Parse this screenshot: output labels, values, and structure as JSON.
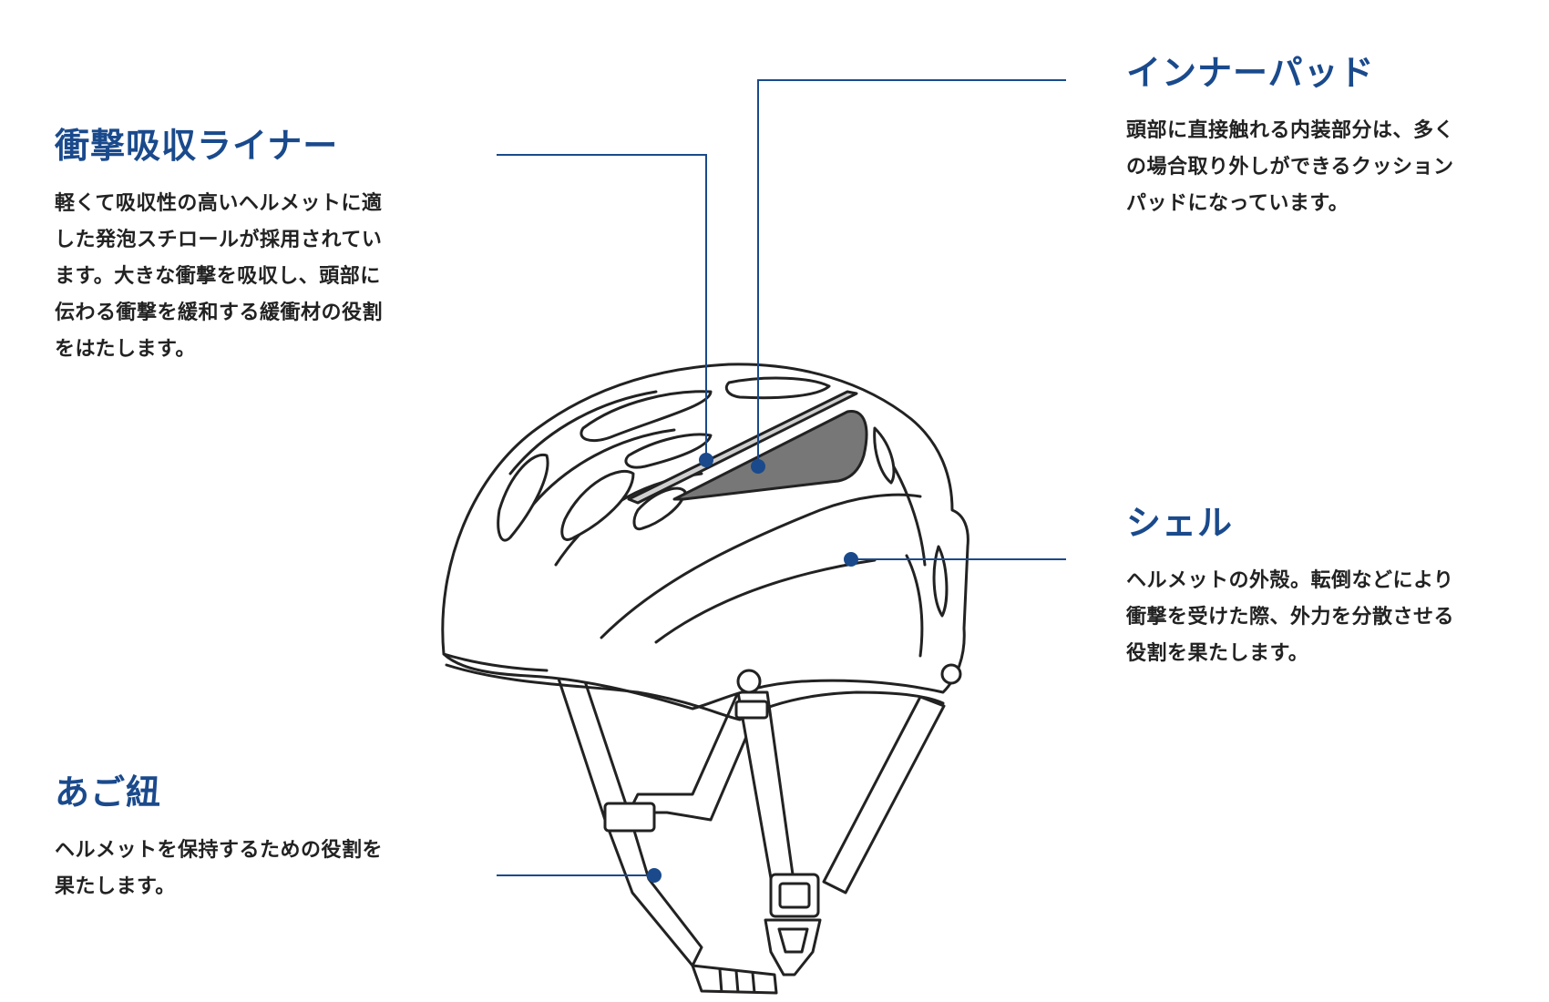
{
  "accent_color": "#1a4a8c",
  "labels": [
    {
      "key": "liner",
      "title": "衝撃吸収ライナー",
      "description": "軽くて吸収性の高いヘルメットに適\nした発泡スチロールが採用されてい\nます。大きな衝撃を吸収し、頭部に\n伝わる衝撃を緩和する緩衝材の役割\nをはたします。"
    },
    {
      "key": "inner",
      "title": "インナーパッド",
      "description": "頭部に直接触れる内装部分は、多く\nの場合取り外しができるクッション\nパッドになっています。"
    },
    {
      "key": "shell",
      "title": "シェル",
      "description": "ヘルメットの外殻。転倒などにより\n衝撃を受けた際、外力を分散させる\n役割を果たします。"
    },
    {
      "key": "strap",
      "title": "あご紐",
      "description": "ヘルメットを保持するための役割を\n果たします。"
    }
  ]
}
